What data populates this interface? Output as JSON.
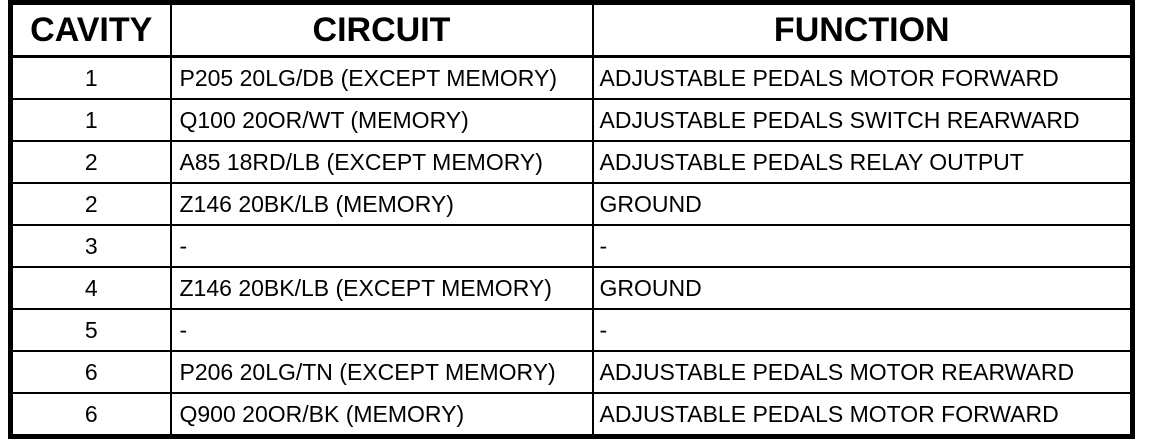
{
  "document": {
    "type": "connector-pinout-table",
    "colors": {
      "border": "#000000",
      "text": "#000000",
      "background": "#ffffff"
    },
    "table": {
      "columns": [
        {
          "key": "cavity",
          "label": "CAVITY"
        },
        {
          "key": "circuit",
          "label": "CIRCUIT"
        },
        {
          "key": "function",
          "label": "FUNCTION"
        }
      ],
      "rows": [
        {
          "cavity": "1",
          "circuit": "P205 20LG/DB (EXCEPT MEMORY)",
          "function": "ADJUSTABLE PEDALS MOTOR FORWARD"
        },
        {
          "cavity": "1",
          "circuit": "Q100 20OR/WT (MEMORY)",
          "function": "ADJUSTABLE PEDALS SWITCH REARWARD"
        },
        {
          "cavity": "2",
          "circuit": "A85 18RD/LB (EXCEPT MEMORY)",
          "function": "ADJUSTABLE PEDALS RELAY OUTPUT"
        },
        {
          "cavity": "2",
          "circuit": "Z146 20BK/LB (MEMORY)",
          "function": "GROUND"
        },
        {
          "cavity": "3",
          "circuit": "-",
          "function": "-"
        },
        {
          "cavity": "4",
          "circuit": "Z146 20BK/LB (EXCEPT MEMORY)",
          "function": "GROUND"
        },
        {
          "cavity": "5",
          "circuit": "-",
          "function": "-"
        },
        {
          "cavity": "6",
          "circuit": "P206 20LG/TN (EXCEPT MEMORY)",
          "function": "ADJUSTABLE PEDALS MOTOR REARWARD"
        },
        {
          "cavity": "6",
          "circuit": "Q900 20OR/BK (MEMORY)",
          "function": "ADJUSTABLE PEDALS MOTOR FORWARD"
        }
      ]
    }
  }
}
